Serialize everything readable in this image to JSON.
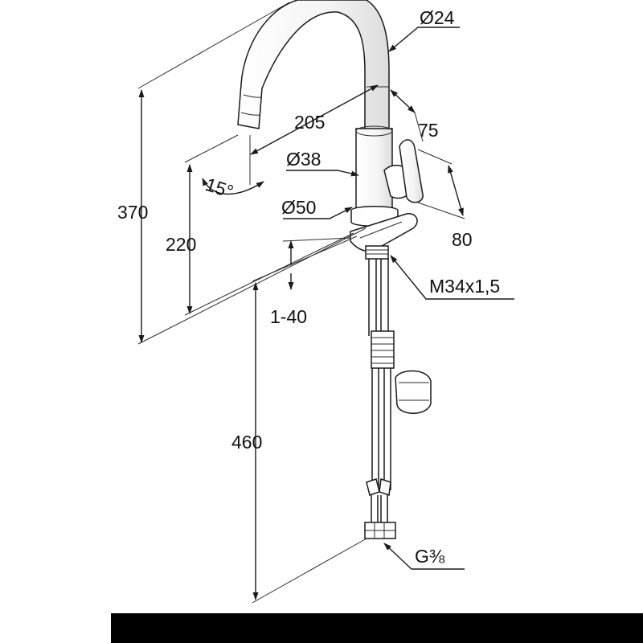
{
  "diagram": {
    "dimensions": {
      "spout_diameter": "Ø24",
      "spout_reach": "205",
      "lever_offset": "75",
      "body_diameter": "Ø38",
      "rotation_angle": "15°",
      "base_diameter": "Ø50",
      "lever_height": "80",
      "total_height": "370",
      "outlet_height": "220",
      "thread": "M34x1,5",
      "deck_thickness": "1-40",
      "hose_length": "460",
      "connection": "G⅜"
    },
    "colors": {
      "line": "#1a1a1a",
      "fill": "#ffffff",
      "shade": "#d8d8d8",
      "bar": "#000000"
    }
  }
}
